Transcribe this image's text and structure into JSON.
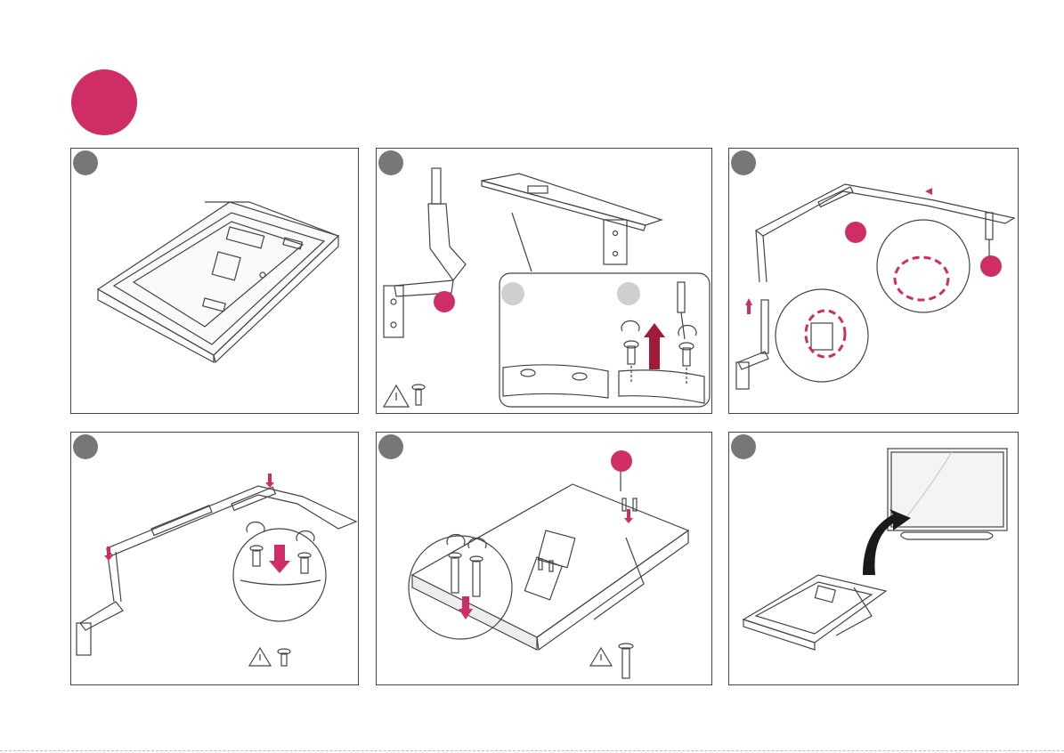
{
  "page": {
    "accent_color": "#cf2d65",
    "panel_number_color": "#777777",
    "sub_number_color": "#cfcfcf",
    "line_color": "#444444"
  },
  "panels": [
    {
      "id": "p1",
      "icons": [
        "tv-back-on-cushion-icon"
      ]
    },
    {
      "id": "p2",
      "icons": [
        "stand-leg-icon",
        "stand-bar-icon",
        "screw-icon",
        "screwdriver-icon",
        "warning-icon"
      ]
    },
    {
      "id": "p3",
      "icons": [
        "stand-frame-icon",
        "magnifier-icon",
        "arrow-icon"
      ]
    },
    {
      "id": "p4",
      "icons": [
        "stand-frame-icon",
        "screw-icon",
        "warning-icon"
      ]
    },
    {
      "id": "p5",
      "icons": [
        "tv-back-icon",
        "screw-icon",
        "warning-icon"
      ]
    },
    {
      "id": "p6",
      "icons": [
        "tv-front-icon",
        "rotate-arrow-icon"
      ]
    }
  ]
}
